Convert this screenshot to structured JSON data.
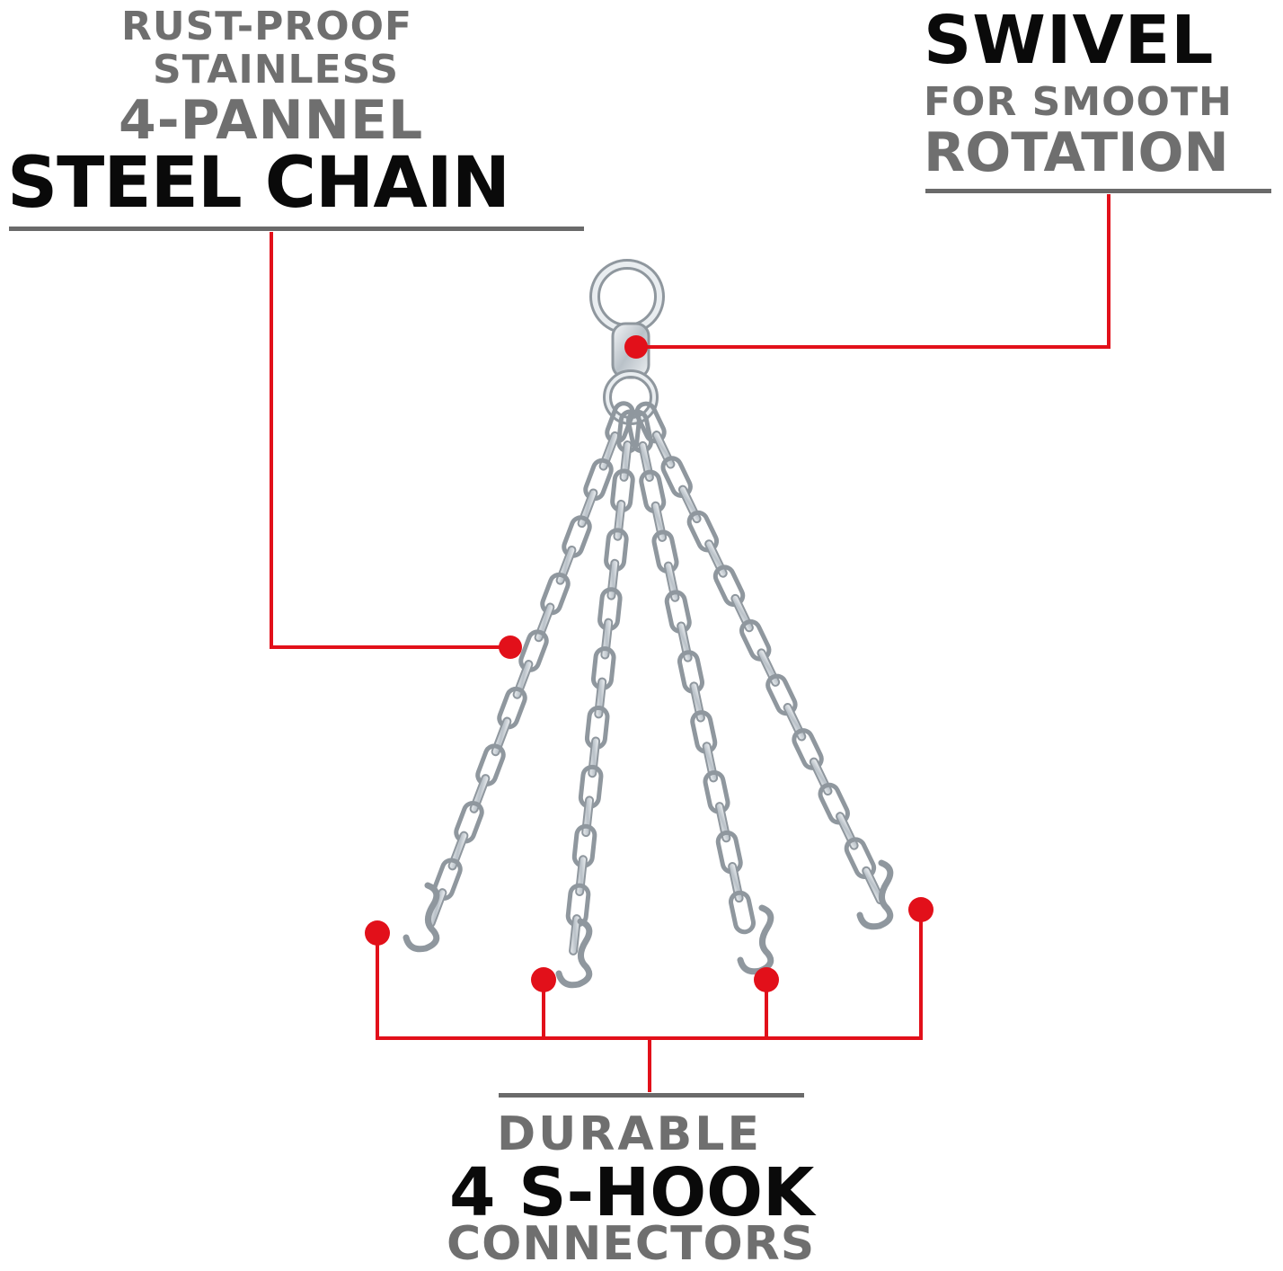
{
  "callouts": {
    "chain": {
      "line1": "RUST-PROOF",
      "line2": "STAINLESS",
      "line3": "4-PANNEL",
      "headline": "STEEL CHAIN"
    },
    "swivel": {
      "headline": "SWIVEL",
      "line1": "FOR SMOOTH",
      "line2": "ROTATION"
    },
    "hooks": {
      "line1": "DURABLE",
      "headline": "4 S-HOOK",
      "line2": "CONNECTORS"
    }
  },
  "colors": {
    "accent": "#e2101a",
    "text_dark": "#0a0a0a",
    "text_gray": "#6f6f6f",
    "chain_steel": "#9aa3ab"
  }
}
